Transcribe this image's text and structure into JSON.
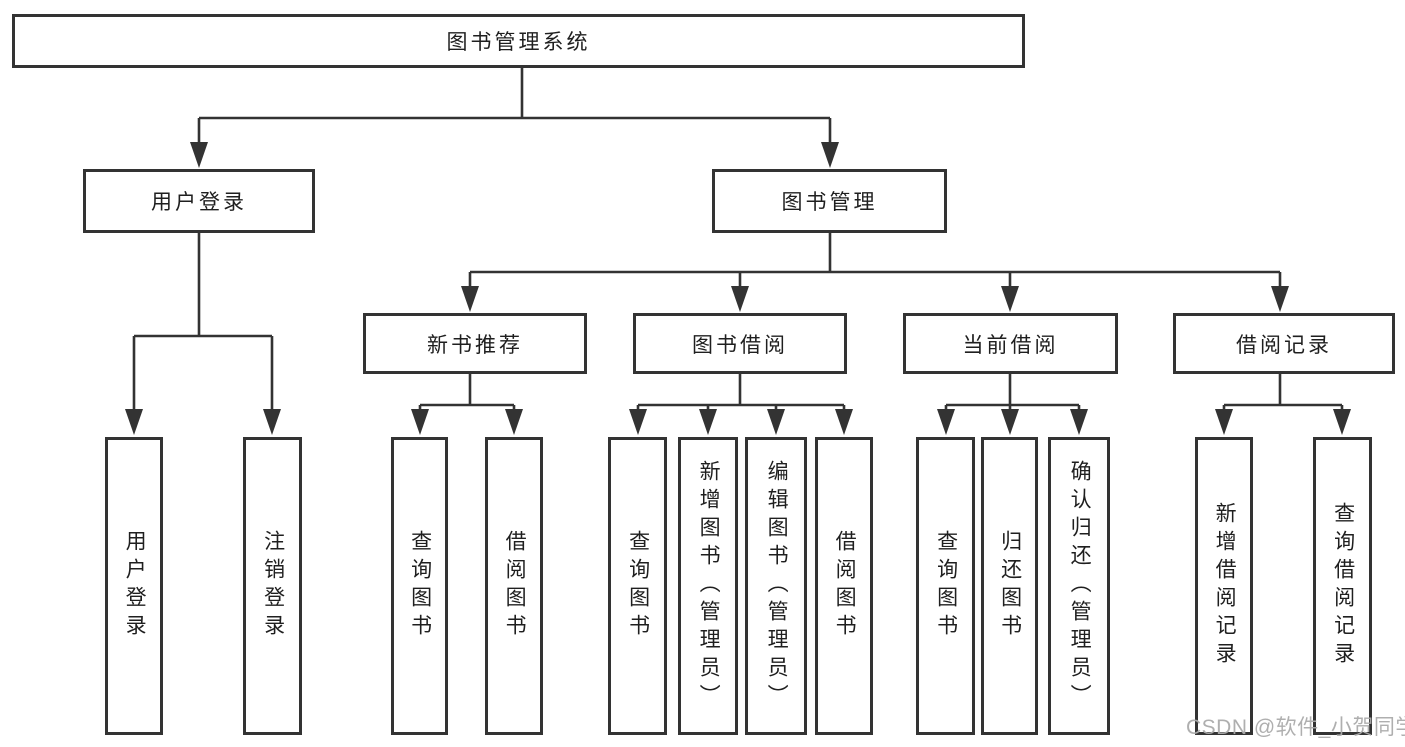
{
  "tree": {
    "root": {
      "label": "图书管理系统"
    },
    "branches": [
      {
        "label": "用户登录",
        "leaves": [
          {
            "label": "用户登录"
          },
          {
            "label": "注销登录"
          }
        ]
      },
      {
        "label": "图书管理",
        "groups": [
          {
            "label": "新书推荐",
            "leaves": [
              {
                "label": "查询图书"
              },
              {
                "label": "借阅图书"
              }
            ]
          },
          {
            "label": "图书借阅",
            "leaves": [
              {
                "label": "查询图书"
              },
              {
                "label": "新增图书（管理员）"
              },
              {
                "label": "编辑图书（管理员）"
              },
              {
                "label": "借阅图书"
              }
            ]
          },
          {
            "label": "当前借阅",
            "leaves": [
              {
                "label": "查询图书"
              },
              {
                "label": "归还图书"
              },
              {
                "label": "确认归还（管理员）"
              }
            ]
          },
          {
            "label": "借阅记录",
            "leaves": [
              {
                "label": "新增借阅记录"
              },
              {
                "label": "查询借阅记录"
              }
            ]
          }
        ]
      }
    ]
  },
  "watermark": "CSDN @软件_小贺同学",
  "colors": {
    "line": "#333333",
    "box_border": "#333333",
    "box_fill": "#ffffff",
    "text": "#1f1f1f",
    "watermark": "#ababab"
  }
}
